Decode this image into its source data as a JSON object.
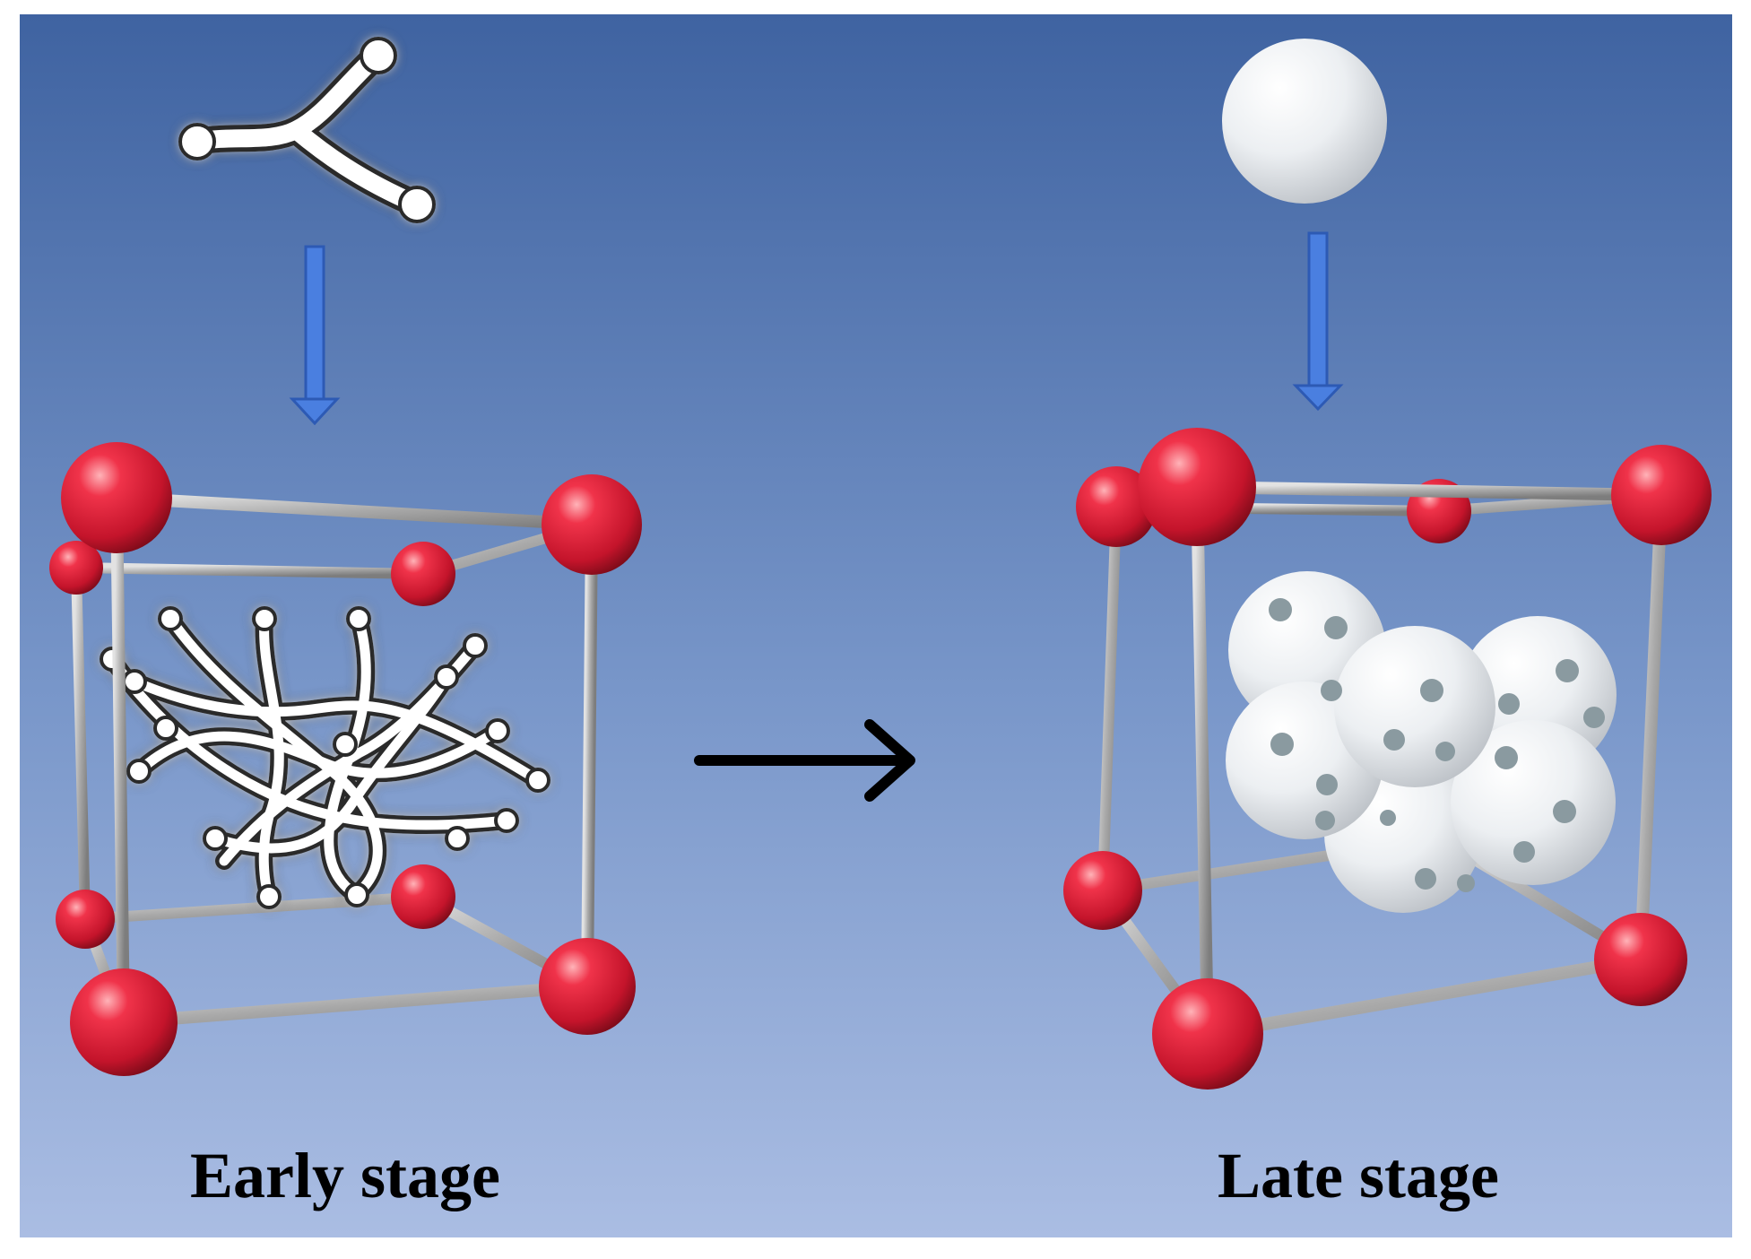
{
  "panels": [
    {
      "label": "Early stage",
      "guest": "branched-molecule",
      "content": "entangled branched chains"
    },
    {
      "label": "Late stage",
      "guest": "sphere",
      "content": "packed spheres"
    }
  ],
  "colors": {
    "background_top": "#3f63a1",
    "background_bottom": "#aabde3",
    "node_red": "#d8233a",
    "rod_grey": "#b8b8b8",
    "sphere_white": "#e9ecef",
    "down_arrow": "#3d6fd6",
    "transition_arrow": "#000000"
  },
  "icons": [
    "branched-molecule-icon",
    "sphere-icon",
    "down-arrow-icon",
    "right-arrow-icon"
  ]
}
